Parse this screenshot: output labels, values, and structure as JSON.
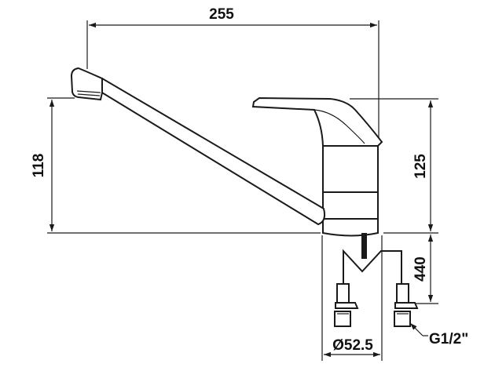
{
  "dimensions": {
    "spout_reach": "255",
    "spout_height": "118",
    "body_height": "125",
    "hose_length": "440",
    "base_diameter": "Ø52.5",
    "thread_size": "G1/2\""
  },
  "colors": {
    "line": "#1a1a1a",
    "background": "#ffffff"
  }
}
